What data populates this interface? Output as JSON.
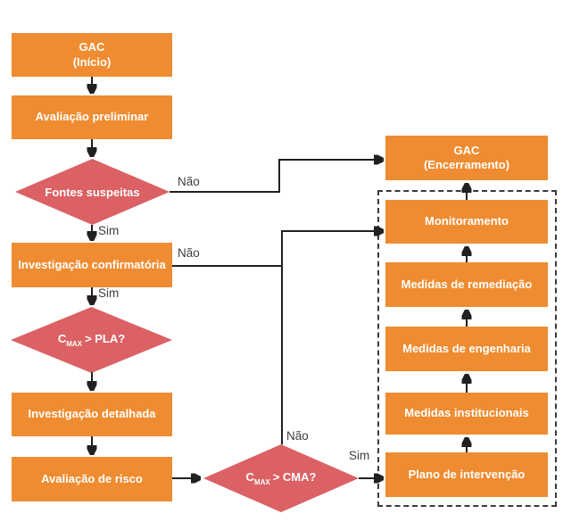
{
  "figure": {
    "type": "flowchart",
    "description": "GAC contaminated-site management flow diagram"
  },
  "colors": {
    "bg": "#FFFFFF",
    "box": "#EF8C31",
    "diamond": "#DB6164",
    "line": "#221F20",
    "label": "#3D3D3D",
    "text_on_fill": "#FFFFFF"
  },
  "nodes": {
    "gac_inicio": {
      "line1": "GAC",
      "line2": "(Início)"
    },
    "avaliacao_preliminar": "Avaliação preliminar",
    "fontes_suspeitas": "Fontes suspeitas",
    "investigacao_confirmatoria": "Investigação confirmatória",
    "cmax_pla": {
      "c": "C",
      "sub": "MAX",
      "rest": "> PLA?"
    },
    "investigacao_detalhada": "Investigação detalhada",
    "avaliacao_risco": "Avaliação de risco",
    "cmax_cma": {
      "c": "C",
      "sub": "MAX",
      "rest": "> CMA?"
    },
    "gac_encerramento": {
      "line1": "GAC",
      "line2": "(Encerramento)"
    },
    "monitoramento": "Monitoramento",
    "medidas_remediacao": "Medidas de remediação",
    "medidas_engenharia": "Medidas de engenharia",
    "medidas_institucionais": "Medidas institucionais",
    "plano_intervencao": "Plano de intervenção"
  },
  "edge_labels": {
    "nao_fontes": "Não",
    "sim_fontes": "Sim",
    "nao_confirmatoria": "Não",
    "sim_confirmatoria": "Sim",
    "nao_cma": "Não",
    "sim_cma": "Sim"
  }
}
